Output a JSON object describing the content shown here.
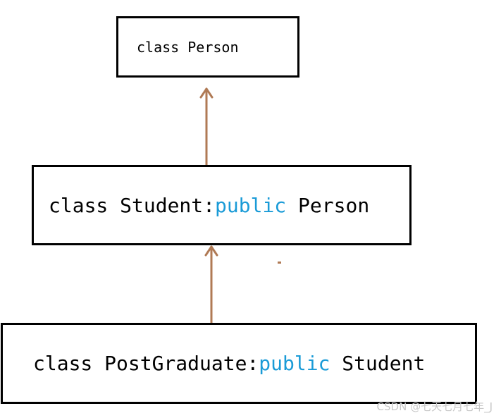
{
  "diagram": {
    "colors": {
      "arrow": "#b07a55",
      "keyword": "#1a9bd7",
      "box_border": "#000000"
    },
    "nodes": {
      "person": {
        "label": "class Person"
      },
      "student": {
        "prefix": "class Student:",
        "keyword": "public",
        "base": " Person"
      },
      "postgraduate": {
        "prefix": "class PostGraduate:",
        "keyword": "public",
        "base": " Student"
      }
    },
    "edges": [
      {
        "from": "student",
        "to": "person"
      },
      {
        "from": "postgraduate",
        "to": "student"
      }
    ]
  },
  "watermark": {
    "text": "CSDN @七天七月七年_J"
  }
}
